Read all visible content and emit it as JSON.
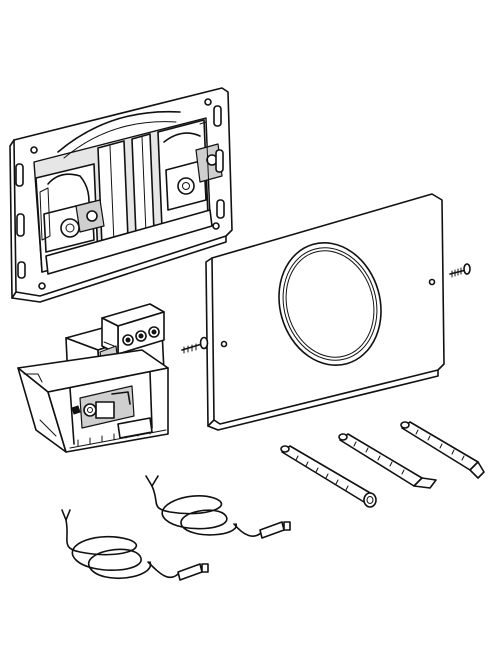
{
  "diagram": {
    "style": "black-and-white exploded-view line drawing",
    "components": [
      "mounting-frame",
      "control-unit",
      "cover-plate",
      "fixing-screw",
      "spindle",
      "connection-cable"
    ],
    "colors": {
      "line": "#111111",
      "fill": "#ffffff",
      "shade": "#e6e6e6"
    }
  }
}
